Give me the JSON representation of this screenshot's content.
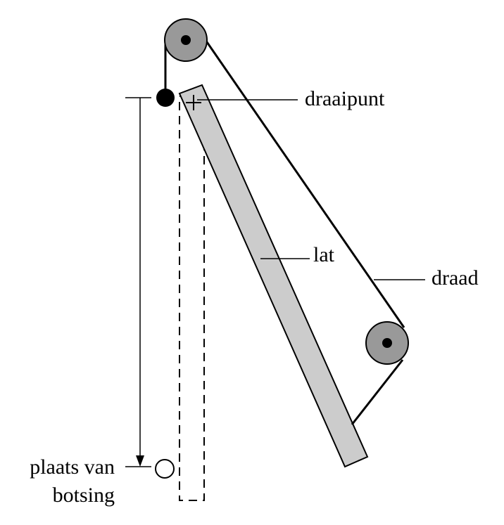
{
  "labels": {
    "pivot": "draaipunt",
    "rod": "lat",
    "string": "draad",
    "collision_line1": "plaats van",
    "collision_line2": "botsing"
  },
  "colors": {
    "rod_fill": "#cccccc",
    "pulley_fill": "#999999",
    "ink": "#000000"
  }
}
